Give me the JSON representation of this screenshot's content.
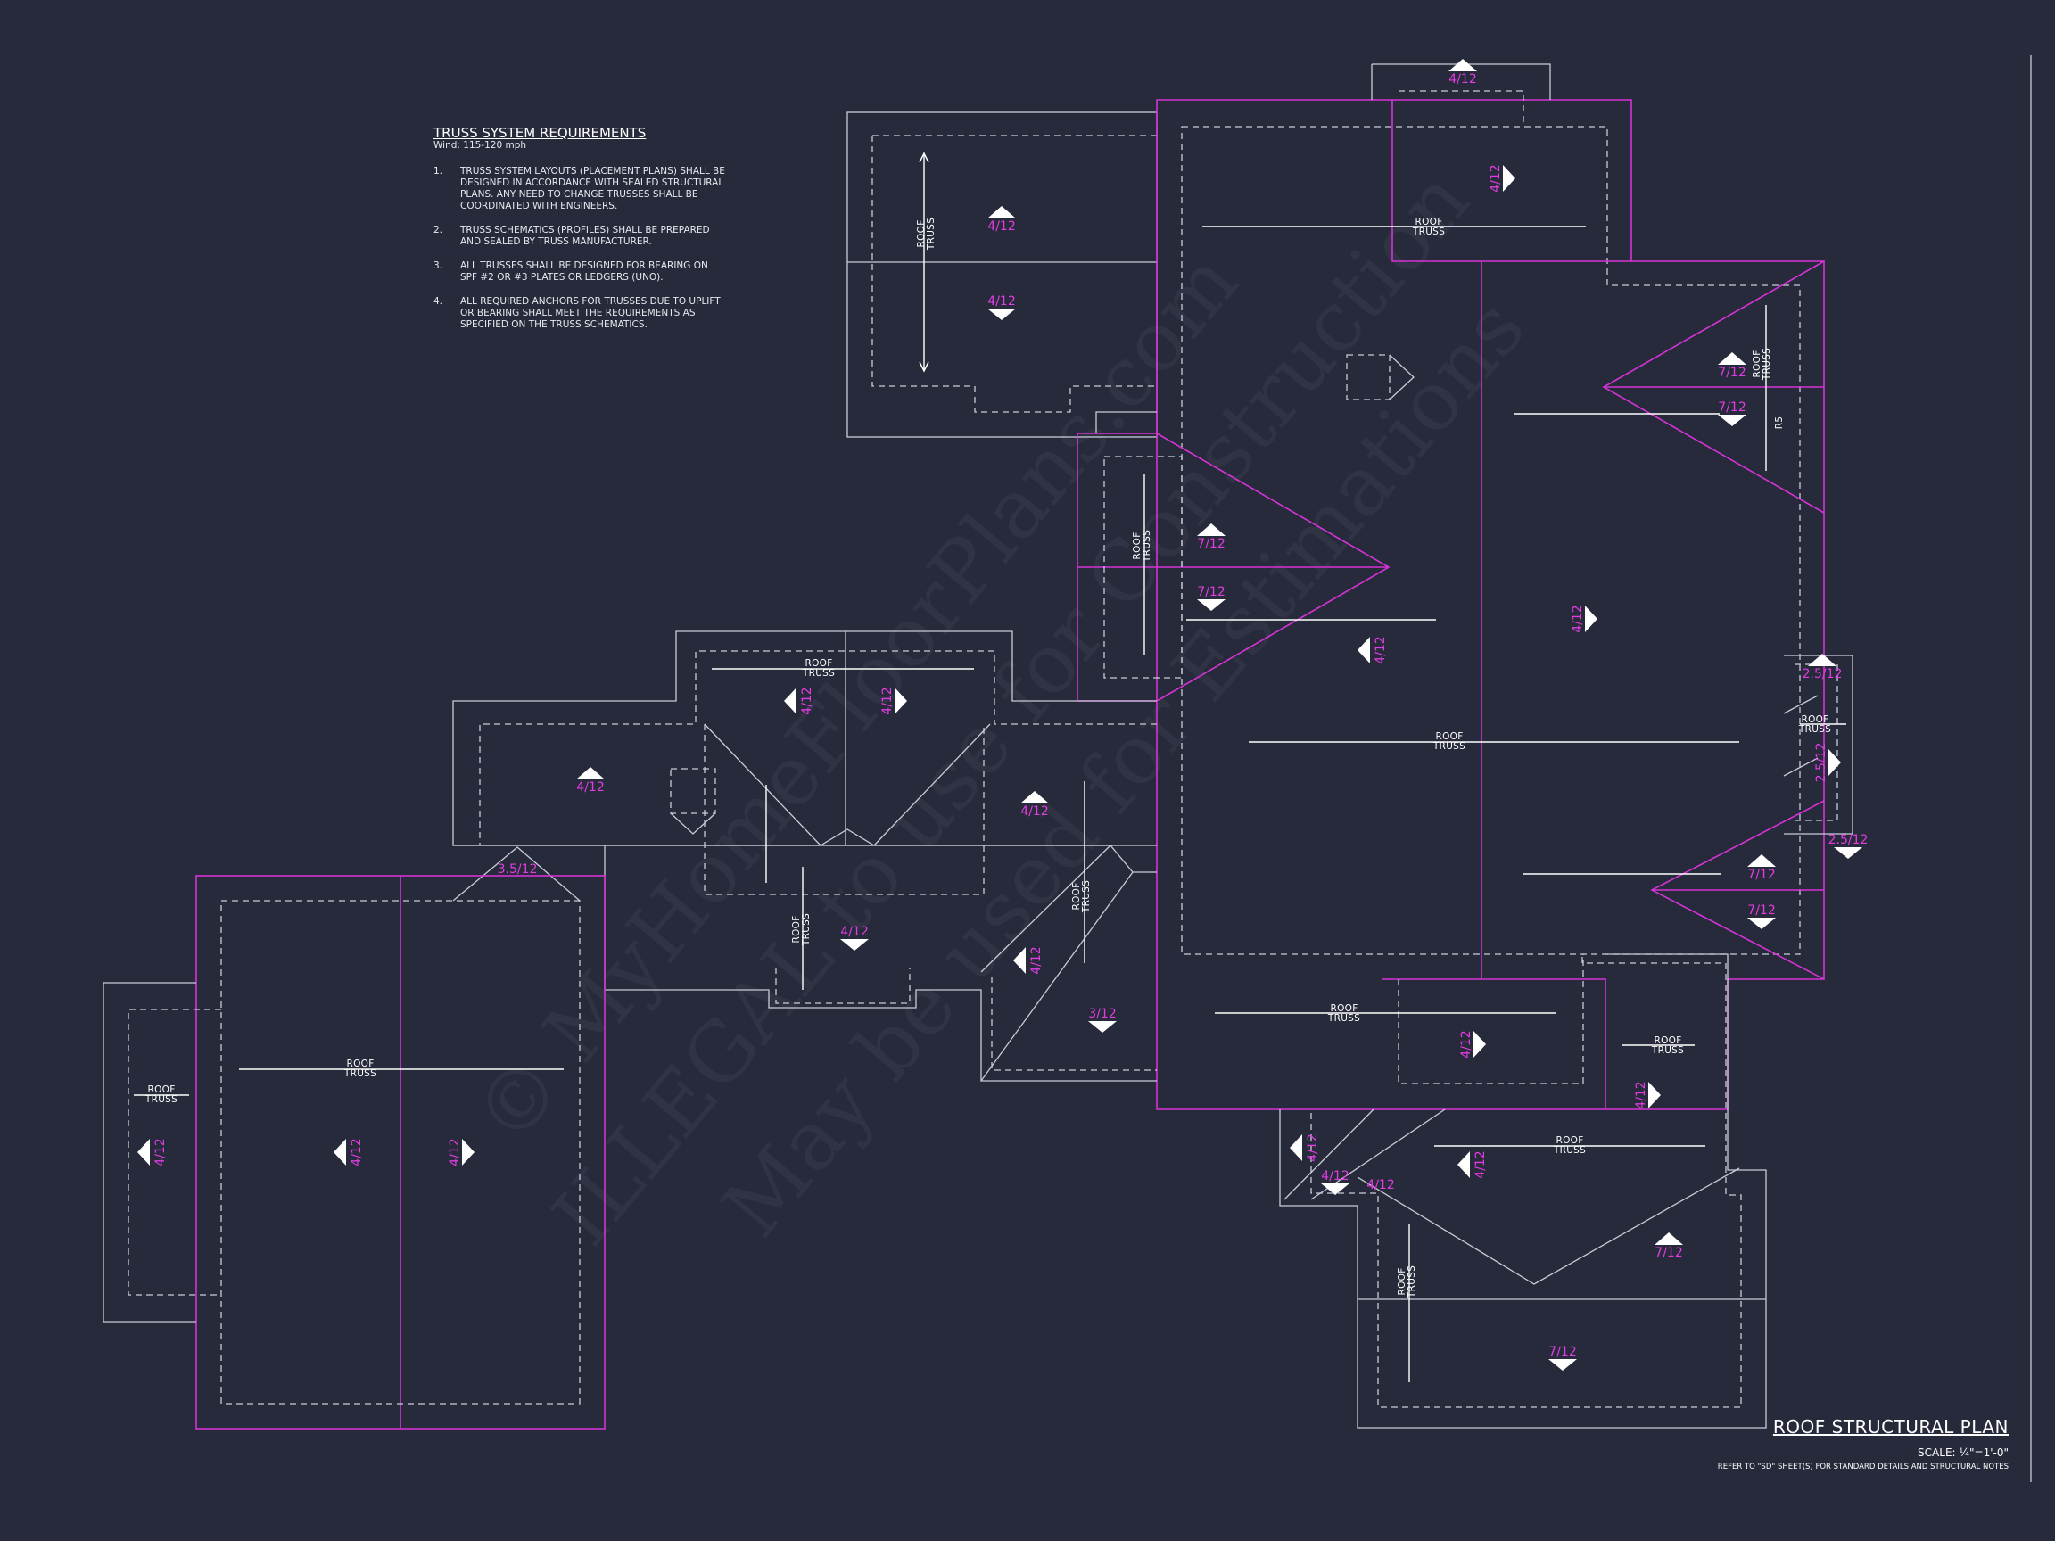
{
  "notes": {
    "heading": "TRUSS SYSTEM REQUIREMENTS",
    "wind": "Wind: 115-120 mph",
    "items": [
      {
        "num": "1.",
        "text": "TRUSS SYSTEM LAYOUTS (PLACEMENT PLANS) SHALL BE DESIGNED IN ACCORDANCE WITH SEALED STRUCTURAL PLANS. ANY NEED TO CHANGE TRUSSES SHALL BE COORDINATED WITH ENGINEERS."
      },
      {
        "num": "2.",
        "text": "TRUSS SCHEMATICS (PROFILES) SHALL BE PREPARED AND SEALED BY TRUSS MANUFACTURER."
      },
      {
        "num": "3.",
        "text": "ALL TRUSSES SHALL BE DESIGNED FOR BEARING ON SPF #2 OR #3 PLATES OR LEDGERS (UNO)."
      },
      {
        "num": "4.",
        "text": "ALL REQUIRED ANCHORS FOR TRUSSES DUE TO UPLIFT OR BEARING SHALL MEET THE REQUIREMENTS AS SPECIFIED ON THE TRUSS SCHEMATICS."
      }
    ]
  },
  "title_block": {
    "title": "ROOF STRUCTURAL PLAN",
    "scale": "SCALE: ¼\"=1'-0\"",
    "refer": "REFER TO \"SD\" SHEET(S) FOR STANDARD DETAILS AND STRUCTURAL NOTES"
  },
  "truss_labels": {
    "line1": "ROOF",
    "line2": "TRUSS"
  },
  "pitches": {
    "p4": "4/12",
    "p7": "7/12",
    "p3": "3/12",
    "p35": "3.5/12",
    "p25": "2.5/12",
    "side": "R5"
  },
  "watermark": {
    "line1": "© MyHomeFloorPlans.com",
    "line2": "ILLEGAL to use for Construction",
    "line3": "May be used for Estimations"
  },
  "colors": {
    "background": "#262a3b",
    "roof_line": "#d633d6",
    "wall_line": "#c9ccd8",
    "pitch_text": "#e23ce2"
  }
}
